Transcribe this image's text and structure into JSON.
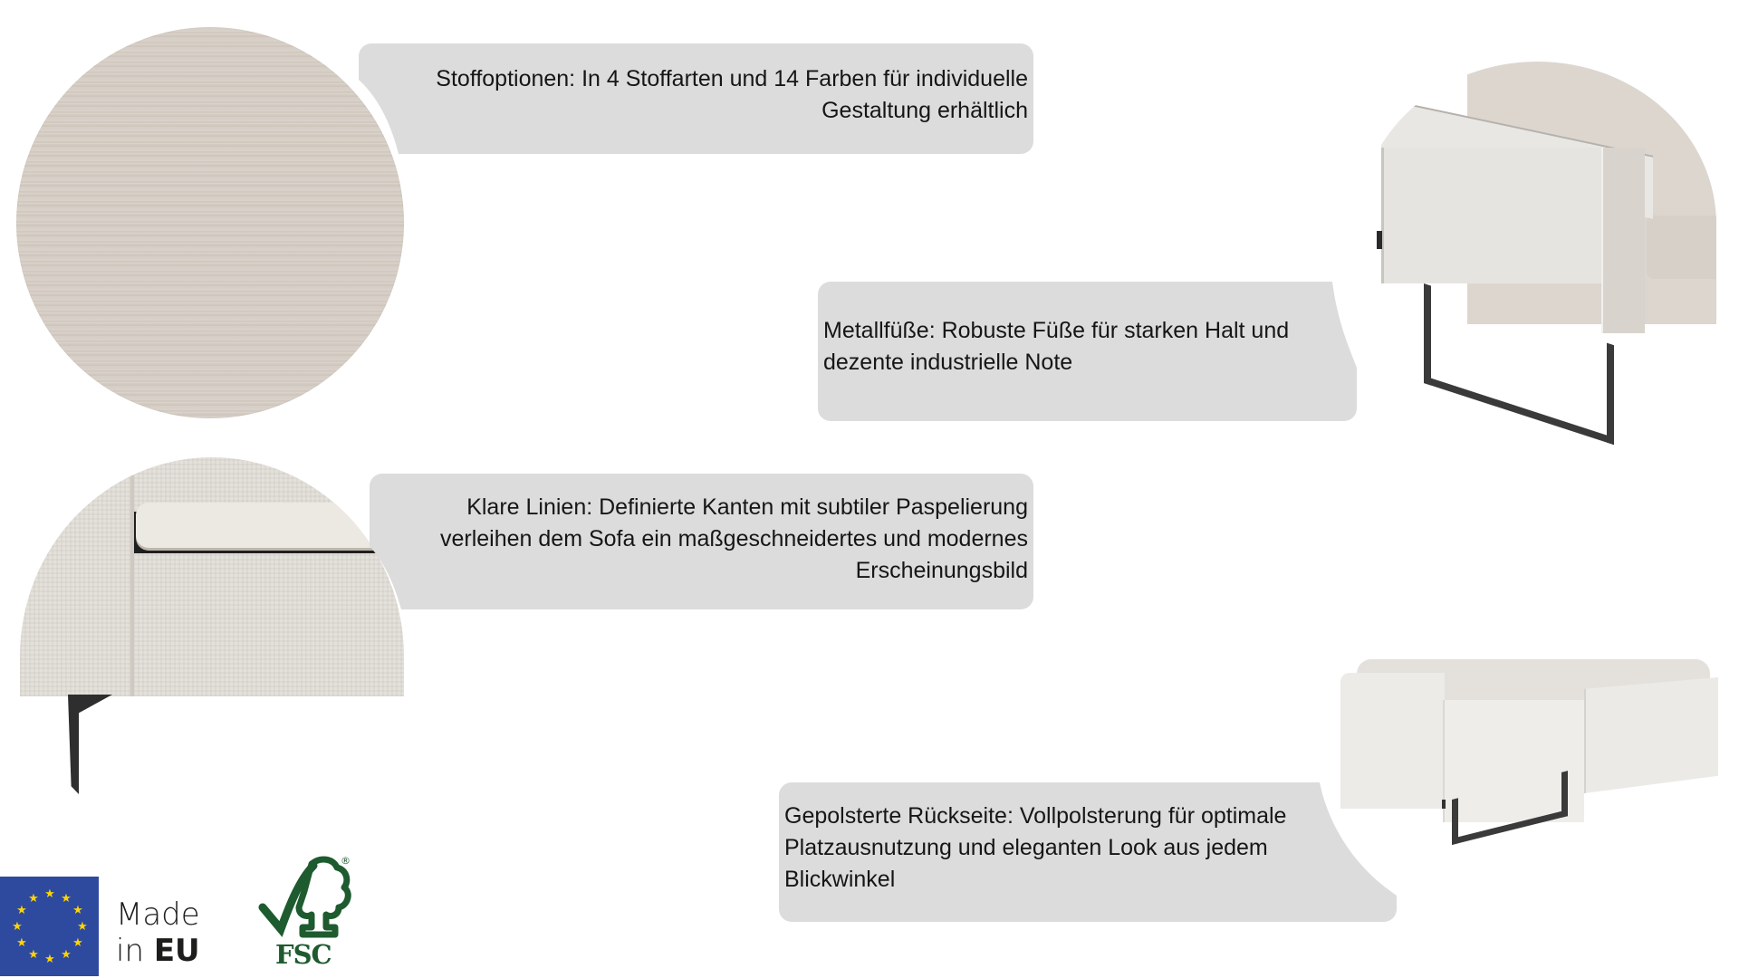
{
  "features": [
    {
      "id": "fabric-options",
      "lines": [
        "Stoffoptionen: In 4 Stoffarten und 14 Farben für individuelle",
        "Gestaltung erhältlich"
      ],
      "align": "right"
    },
    {
      "id": "metal-feet",
      "lines": [
        "Metallfüße: Robuste Füße für starken Halt und",
        "dezente industrielle Note"
      ],
      "align": "left"
    },
    {
      "id": "clean-lines",
      "lines": [
        "Klare Linien: Definierte Kanten mit subtiler Paspelierung",
        "verleihen dem Sofa ein maßgeschneidertes und modernes",
        "Erscheinungsbild"
      ],
      "align": "right"
    },
    {
      "id": "upholstered-back",
      "lines": [
        "Gepolsterte Rückseite: Vollpolsterung für optimale",
        "Platzausnutzung und eleganten Look aus jedem",
        "Blickwinkel"
      ],
      "align": "left"
    }
  ],
  "images": {
    "fabric_swatch": "corduroy-fabric-swatch",
    "cushion_detail": "cushion-piping-detail",
    "armrest_feet": "armrest-metal-feet",
    "sofa_back": "sofa-upholstered-back"
  },
  "badges": {
    "made_in": {
      "line1": "Made",
      "line2_prefix": "in ",
      "line2_bold": "EU"
    },
    "fsc": {
      "label": "FSC",
      "registered": "®"
    }
  },
  "colors": {
    "bubble_bg": "#dcdcdc",
    "eu_blue": "#2e4a9e",
    "eu_star": "#ffd400",
    "fsc_green": "#1e5b2f",
    "metal": "#3a3a3a"
  }
}
